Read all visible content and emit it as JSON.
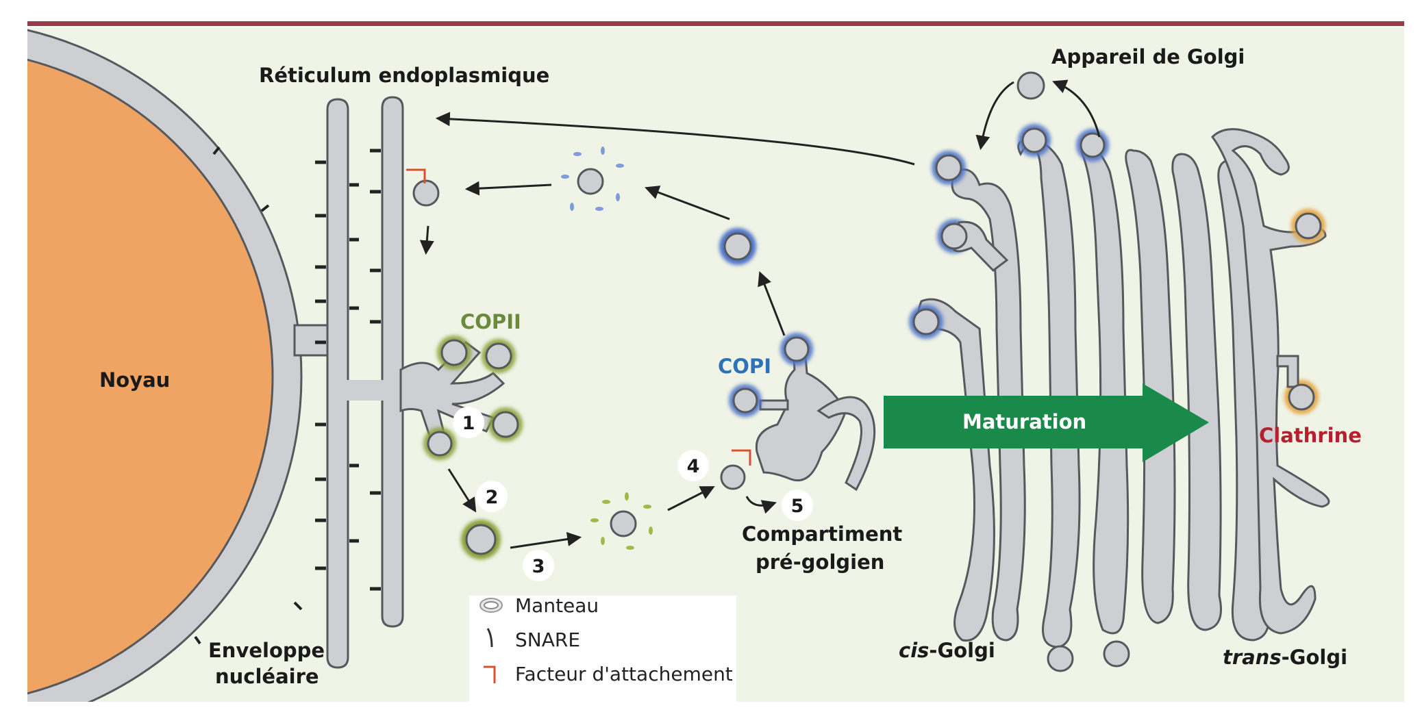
{
  "labels": {
    "er": "Réticulum endoplasmique",
    "golgi": "Appareil de Golgi",
    "nucleus": "Noyau",
    "envelope_line1": "Enveloppe",
    "envelope_line2": "nucléaire",
    "copii": "COPII",
    "copi": "COPI",
    "compartment_line1": "Compartiment",
    "compartment_line2": "pré-golgien",
    "maturation": "Maturation",
    "clathrin": "Clathrine",
    "cis_italic": "cis",
    "cis_rest": "-Golgi",
    "trans_italic": "trans",
    "trans_rest": "-Golgi"
  },
  "steps": [
    "1",
    "2",
    "3",
    "4",
    "5"
  ],
  "legend": {
    "items": [
      {
        "label": "Manteau"
      },
      {
        "label": "SNARE"
      },
      {
        "label": "Facteur d'attachement"
      }
    ]
  },
  "colors": {
    "top_rule": "#9b3b4a",
    "background": "#f0f4e6",
    "nucleus": "#f0a464",
    "membrane": "#cdcfd2",
    "copii_coat": "#8aa13a",
    "copi_coat": "#4f74c8",
    "clathrin_coat": "#e3a23c",
    "copii_text": "#6b8a3c",
    "copi_text": "#2b72b8",
    "clathrin_text": "#b5202e",
    "maturation_arrow": "#1a8a4a",
    "tether": "#d9502e"
  }
}
